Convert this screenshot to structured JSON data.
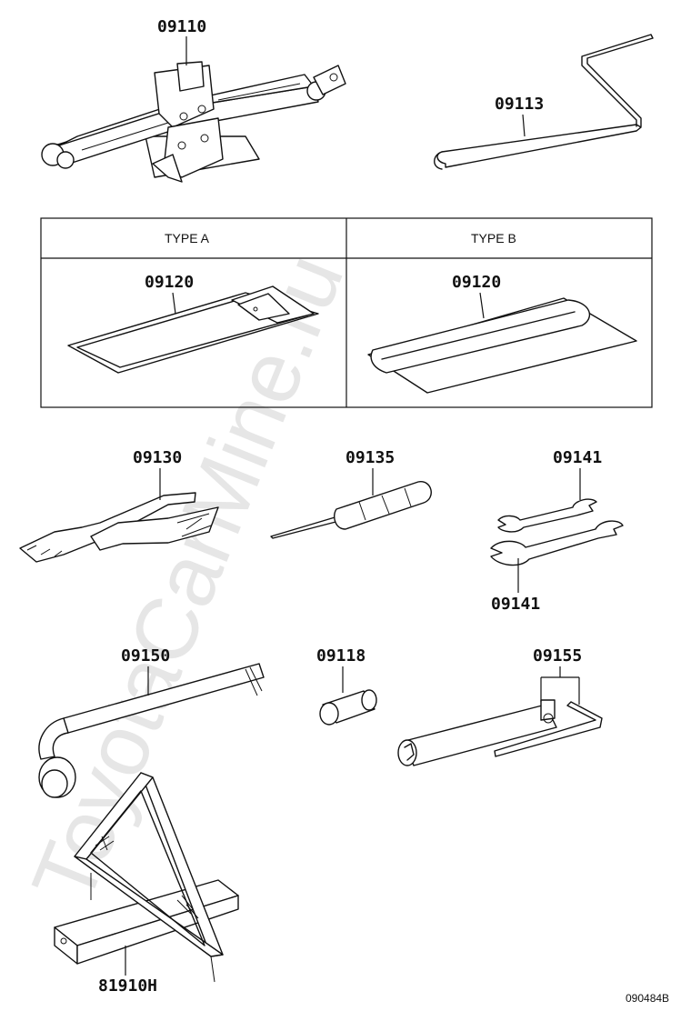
{
  "watermark": "ToyotaCarMine.ru",
  "figure_code": "090484B",
  "parts": {
    "jack": "09110",
    "jack_handle": "09113",
    "tool_bag_a": "09120",
    "tool_bag_b": "09120",
    "pliers": "09130",
    "screwdriver": "09135",
    "wrench_upper": "09141",
    "wrench_lower": "09141",
    "wheel_nut_wrench": "09150",
    "socket": "09118",
    "plug_wrench": "09155",
    "warning_triangle": "81910H"
  },
  "type_table": {
    "type_a": "TYPE A",
    "type_b": "TYPE B"
  }
}
